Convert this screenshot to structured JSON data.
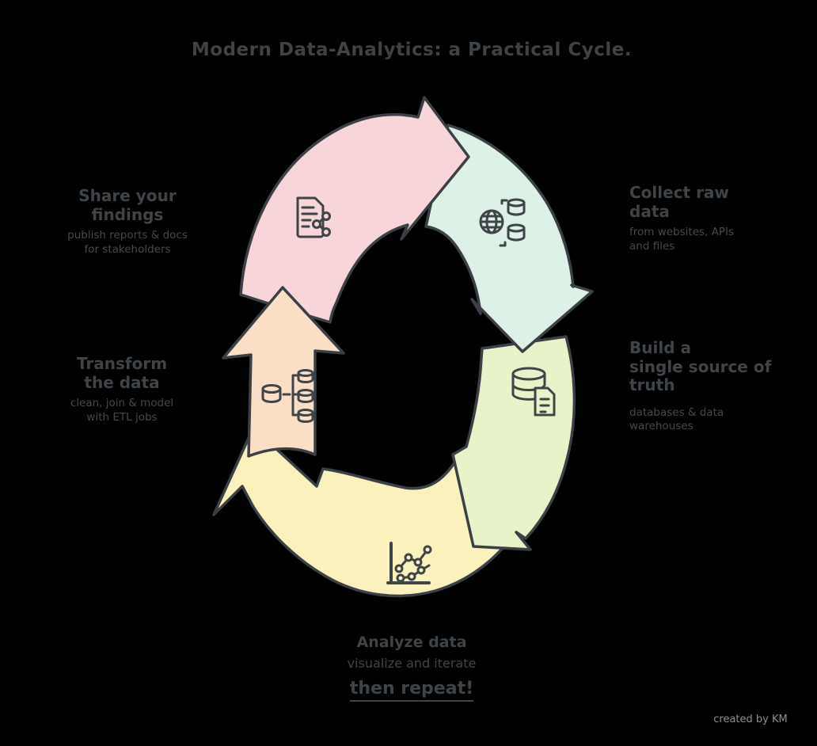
{
  "title": "Modern Data-Analytics: a Practical Cycle.",
  "watermark": "created by KM",
  "colors": {
    "background": "#000000",
    "ink": "#3a4045",
    "text": "#3f4449",
    "watermark": "#8f8f8f",
    "pink": "#f7d5d8",
    "mint": "#ddf1e6",
    "green": "#e9f3c9",
    "yellow": "#fbf1bd",
    "orange": "#fbdec6"
  },
  "stages": {
    "share": {
      "icon": "document-share-icon",
      "color": "#f7d5d8",
      "heading1": "Share your",
      "heading2": "findings",
      "sub1": "publish reports & docs",
      "sub2": "for stakeholders"
    },
    "collect": {
      "icon": "globe-databases-icon",
      "color": "#ddf1e6",
      "heading1": "Collect raw",
      "heading2": "data",
      "sub1": "from websites, APIs",
      "sub2": "and files"
    },
    "store": {
      "icon": "database-document-icon",
      "color": "#e9f3c9",
      "heading1": "Build a",
      "heading2": "single source of",
      "heading3": "truth",
      "sub1": "databases & data",
      "sub2": "warehouses"
    },
    "analyze": {
      "icon": "line-chart-icon",
      "color": "#fbf1bd",
      "line1": "Analyze data",
      "line2": "visualize and iterate",
      "line3": "then repeat!"
    },
    "transform": {
      "icon": "database-branch-icon",
      "color": "#fbdec6",
      "heading1": "Transform",
      "heading2": "the data",
      "sub1": "clean, join & model",
      "sub2": "with ETL jobs"
    }
  }
}
